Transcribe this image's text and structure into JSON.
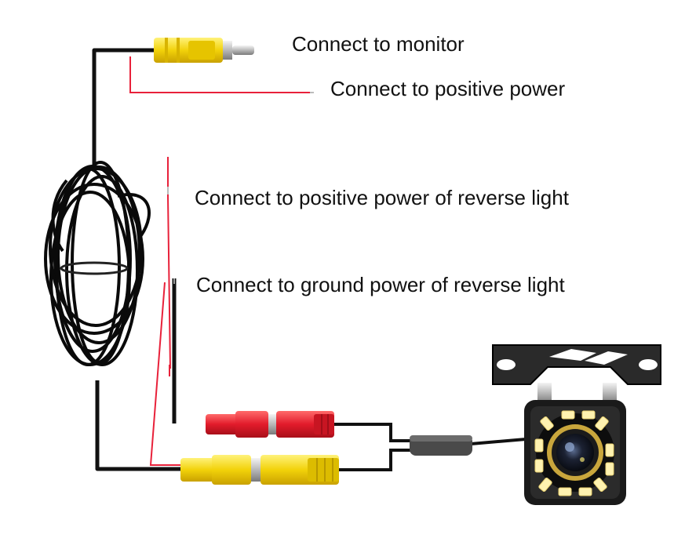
{
  "labels": {
    "monitor": "Connect to monitor",
    "positive_power": "Connect to  positive power",
    "reverse_positive": "Connect to positive power of reverse light",
    "reverse_ground": "Connect to ground power of reverse light"
  },
  "colors": {
    "cable": "#111111",
    "wire_red": "#e8213a",
    "rca_yellow": "#f2d20a",
    "rca_red": "#e21b2b",
    "led": "#fff2b0",
    "lens_ring": "#c9a63c"
  },
  "icons": [
    "rca-plug-icon",
    "camera-icon",
    "led-icon",
    "cable-coil-icon"
  ]
}
